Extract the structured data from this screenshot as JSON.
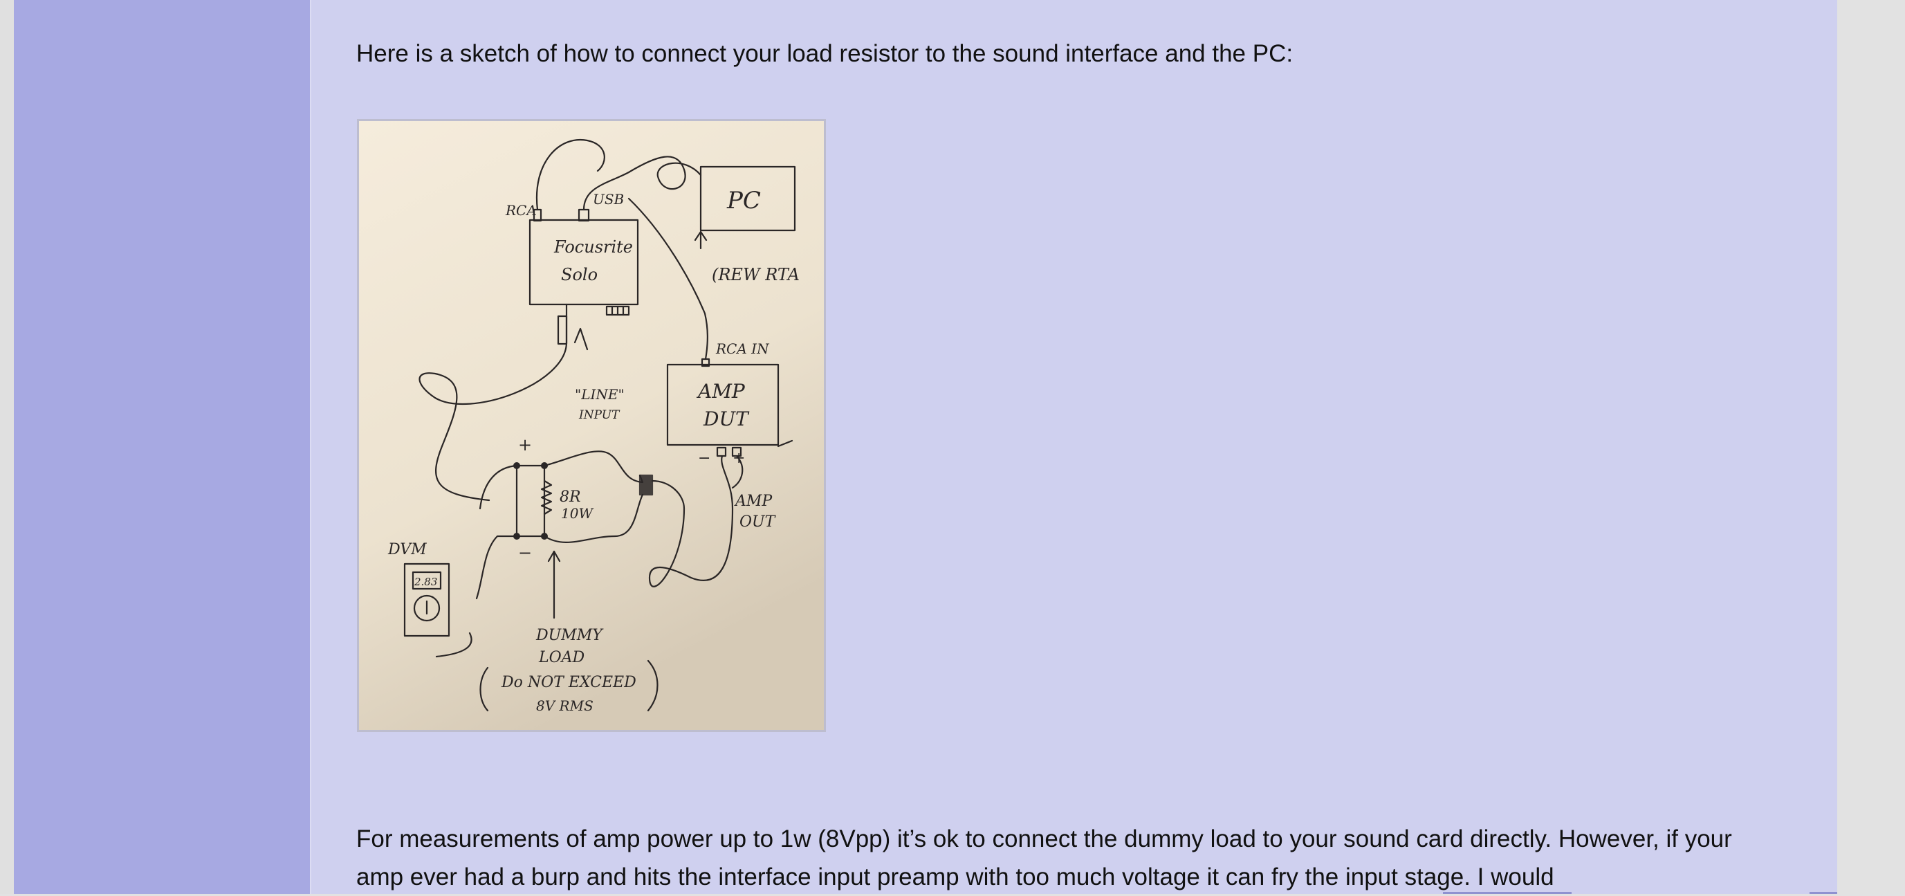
{
  "article": {
    "intro": "Here is a sketch of how to connect your load resistor to the sound interface and the PC:",
    "body": "For measurements of amp power up to 1w (8Vpp) it’s ok to connect the dummy load to your sound card directly. However, if your amp ever had a burp and hits the interface input preamp with too much voltage it can fry the input stage. I would"
  },
  "sketch": {
    "pc": "PC",
    "rca": "RCA",
    "usb": "USB",
    "focusrite_line1": "Focusrite",
    "focusrite_line2": "Solo",
    "rew_rta": "(REW RTA",
    "rca_in": "RCA IN",
    "line_input_1": "\"LINE\"",
    "line_input_2": "INPUT",
    "amp_dut_1": "AMP",
    "amp_dut_2": "DUT",
    "plus": "+",
    "minus": "−",
    "resistor_1": "8R",
    "resistor_2": "10W",
    "dvm": "DVM",
    "dvm_reading": "2.83",
    "amp_out_1": "AMP",
    "amp_out_2": "OUT",
    "dummy_1": "DUMMY",
    "dummy_2": "LOAD",
    "warning_1": "Do NOT EXCEED",
    "warning_2": "8V RMS"
  },
  "colors": {
    "sidebar": "#a7a9e2",
    "content": "#cfd0ef",
    "ink": "#2a2626",
    "paper": "#efe5d3"
  }
}
